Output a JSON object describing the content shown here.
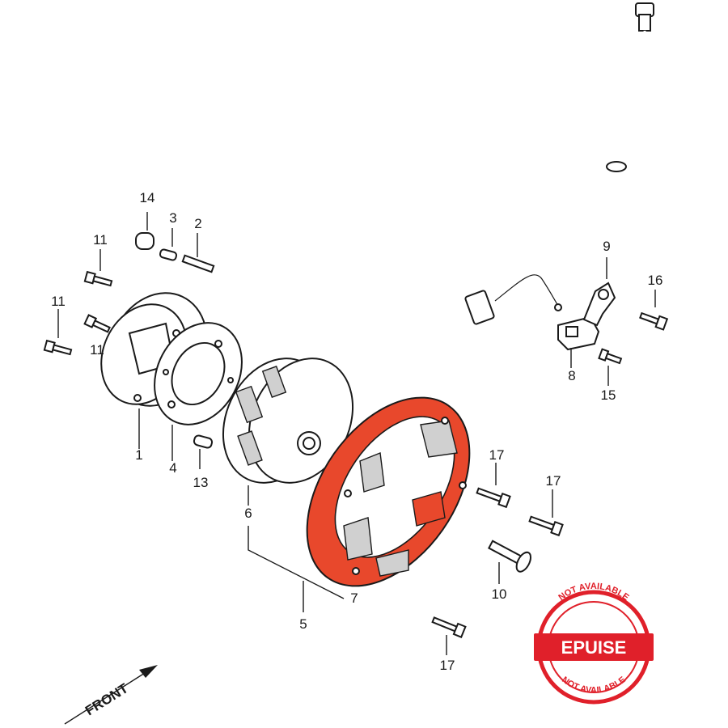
{
  "diagram": {
    "parts": [
      {
        "id": "p1",
        "number": "1"
      },
      {
        "id": "p2",
        "number": "2"
      },
      {
        "id": "p3",
        "number": "3"
      },
      {
        "id": "p4",
        "number": "4"
      },
      {
        "id": "p5",
        "number": "5"
      },
      {
        "id": "p6",
        "number": "6"
      },
      {
        "id": "p7",
        "number": "7"
      },
      {
        "id": "p8",
        "number": "8"
      },
      {
        "id": "p9",
        "number": "9"
      },
      {
        "id": "p10",
        "number": "10"
      },
      {
        "id": "p11a",
        "number": "11"
      },
      {
        "id": "p11b",
        "number": "11"
      },
      {
        "id": "p11c",
        "number": "11"
      },
      {
        "id": "p13",
        "number": "13"
      },
      {
        "id": "p14",
        "number": "14"
      },
      {
        "id": "p15",
        "number": "15"
      },
      {
        "id": "p16",
        "number": "16"
      },
      {
        "id": "p17a",
        "number": "17"
      },
      {
        "id": "p17b",
        "number": "17"
      },
      {
        "id": "p17c",
        "number": "17"
      }
    ],
    "direction_label": "FRONT",
    "highlight_color": "#e8482c"
  },
  "stamp": {
    "main_text": "EPUISE",
    "arc_text_top": "NOT AVAILABLE",
    "arc_text_bottom": "NOT AVAILABLE",
    "color": "#e0202a"
  }
}
